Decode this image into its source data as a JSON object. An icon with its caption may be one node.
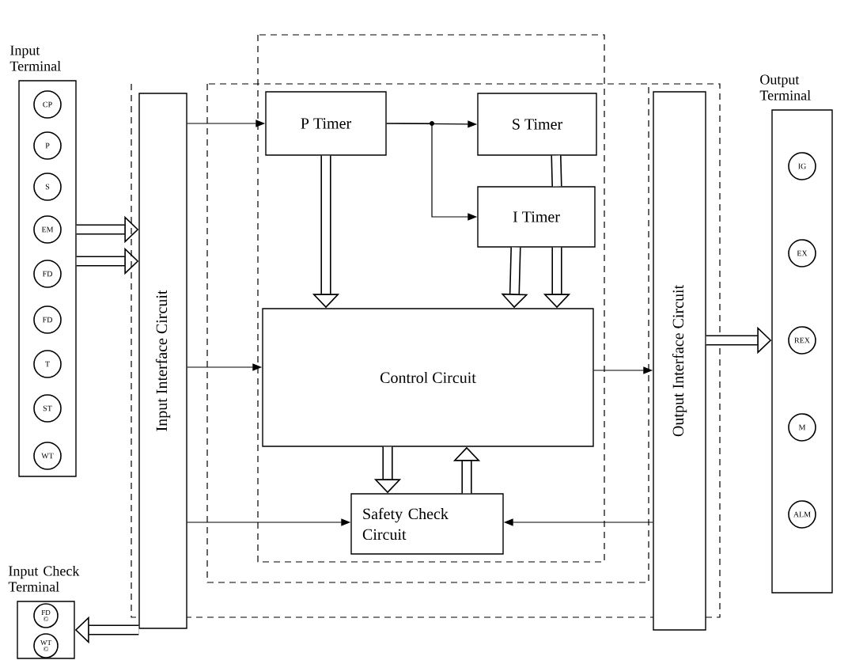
{
  "diagram": {
    "nodes": [
      {
        "text": [
          "Input Terminal"
        ]
      },
      {
        "text": [
          "CP"
        ],
        "in": 0
      },
      {
        "text": [
          "P"
        ],
        "in": 0
      },
      {
        "text": [
          "S"
        ],
        "in": 0
      },
      {
        "text": [
          "EM"
        ],
        "in": 0
      },
      {
        "text": [
          "FD"
        ],
        "in": 0
      },
      {
        "text": [
          "FD"
        ],
        "in": 0
      },
      {
        "text": [
          "T"
        ],
        "in": 0
      },
      {
        "text": [
          "ST"
        ],
        "in": 0
      },
      {
        "text": [
          "WT"
        ],
        "in": 0
      },
      {
        "text": [
          "Input Check Terminal"
        ]
      },
      {
        "text": [
          "FD",
          "©"
        ],
        "in": 10
      },
      {
        "text": [
          "WT",
          "©"
        ],
        "in": 10
      },
      {
        "text": [
          "Input Interface Circuit"
        ]
      },
      {
        "text": [
          "P Timer"
        ]
      },
      {
        "text": [
          "S Timer"
        ]
      },
      {
        "text": [
          "I Timer"
        ]
      },
      {
        "text": [
          "Control Circuit"
        ]
      },
      {
        "text": [
          "Safety Check Circuit"
        ]
      },
      {
        "text": [
          "Output Interface Circuit"
        ]
      },
      {
        "text": [
          "Output Terminal"
        ]
      },
      {
        "text": [
          "IG"
        ],
        "in": 20
      },
      {
        "text": [
          "EX"
        ],
        "in": 20
      },
      {
        "text": [
          "REX"
        ],
        "in": 20
      },
      {
        "text": [
          "M"
        ],
        "in": 20
      },
      {
        "text": [
          "ALM"
        ],
        "in": 20
      }
    ],
    "edges": [
      {
        "from": 0,
        "to": 13,
        "arrow": "to"
      },
      {
        "from": 0,
        "to": 13,
        "arrow": "to"
      },
      {
        "from": 13,
        "to": 10,
        "arrow": "to"
      },
      {
        "from": 13,
        "to": 14,
        "arrow": "to"
      },
      {
        "from": 14,
        "to": 15,
        "arrow": "to"
      },
      {
        "from": 14,
        "to": 16,
        "arrow": "to"
      },
      {
        "from": 14,
        "to": 17,
        "arrow": "to"
      },
      {
        "from": 15,
        "to": 16,
        "arrow": "none"
      },
      {
        "from": 16,
        "to": 17,
        "arrow": "to"
      },
      {
        "from": 16,
        "to": 17,
        "arrow": "to"
      },
      {
        "from": 13,
        "to": 17,
        "arrow": "to"
      },
      {
        "from": 17,
        "to": 19,
        "arrow": "to"
      },
      {
        "from": 17,
        "to": 18,
        "arrow": "to"
      },
      {
        "from": 18,
        "to": 17,
        "arrow": "to"
      },
      {
        "from": 13,
        "to": 18,
        "arrow": "to"
      },
      {
        "from": 19,
        "to": 18,
        "arrow": "to"
      },
      {
        "from": 19,
        "to": 20,
        "arrow": "to"
      }
    ]
  }
}
